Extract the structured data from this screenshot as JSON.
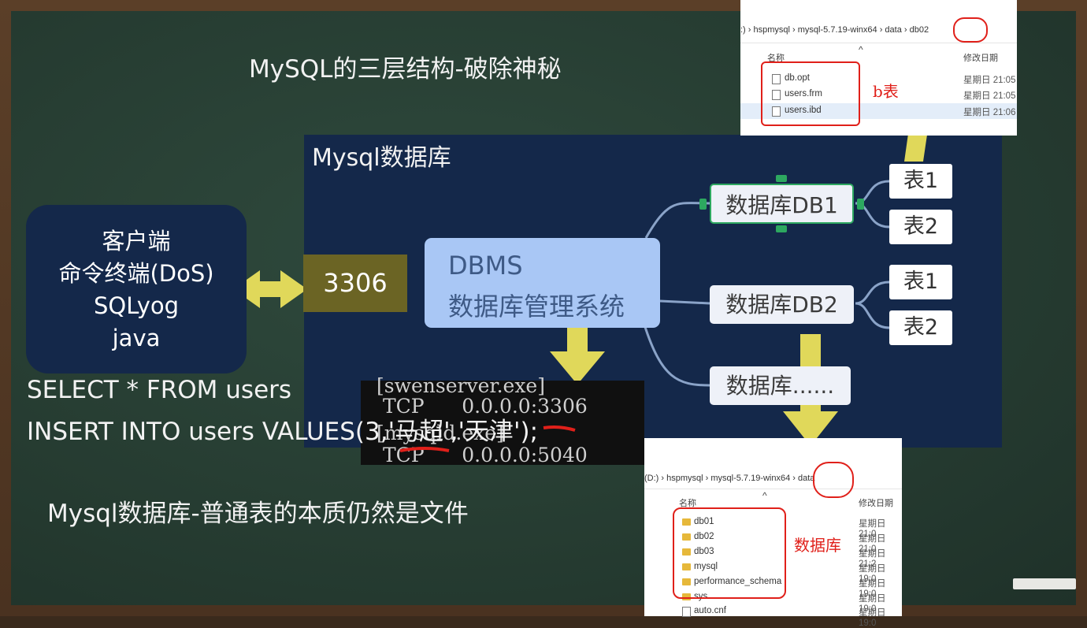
{
  "title": "MySQL的三层结构-破除神秘",
  "subtitle": "Mysql数据库-普通表的本质仍然是文件",
  "panel_title": "Mysql数据库",
  "client": {
    "lines": [
      "客户端",
      "命令终端(DoS)",
      "SQLyog",
      "java"
    ]
  },
  "port": "3306",
  "dbms": {
    "line1": "DBMS",
    "line2": "数据库管理系统"
  },
  "databases": [
    {
      "label": "数据库DB1",
      "tables": [
        "表1",
        "表2"
      ]
    },
    {
      "label": "数据库DB2",
      "tables": [
        "表1",
        "表2"
      ]
    },
    {
      "label": "数据库......"
    }
  ],
  "sql": [
    "SELECT * FROM users",
    "INSERT INTO users VALUES(3,'马超','天津');"
  ],
  "console": {
    "lines": [
      "[swenserver.exe]",
      " TCP      0.0.0.0:3306",
      "[mysqld.exe]",
      " TCP      0.0.0.0:5040"
    ]
  },
  "explorer_top": {
    "path": [
      ":)",
      "hspmysql",
      "mysql-5.7.19-winx64",
      "data",
      "db02"
    ],
    "col_name": "名称",
    "col_date": "修改日期",
    "files": [
      {
        "name": "db.opt",
        "date": "星期日 21:05"
      },
      {
        "name": "users.frm",
        "date": "星期日 21:05"
      },
      {
        "name": "users.ibd",
        "date": "星期日 21:06"
      }
    ],
    "note": "b表"
  },
  "explorer_bottom": {
    "path": [
      "(D:)",
      "hspmysql",
      "mysql-5.7.19-winx64",
      "data"
    ],
    "col_name": "名称",
    "col_date": "修改日期",
    "folders": [
      {
        "name": "db01",
        "date": "星期日 21:0"
      },
      {
        "name": "db02",
        "date": "星期日 21:0"
      },
      {
        "name": "db03",
        "date": "星期日 21:2"
      },
      {
        "name": "mysql",
        "date": "星期日 19:0"
      },
      {
        "name": "performance_schema",
        "date": "星期日 19:0"
      },
      {
        "name": "sys",
        "date": "星期日 19:0"
      },
      {
        "name": "auto.cnf",
        "date": "星期日 19:0"
      }
    ],
    "note": "数据库"
  },
  "colors": {
    "board": "#24392f",
    "panel": "#14284a",
    "arrow": "#e0d85a",
    "dbms": "#a9c7f5",
    "port": "#6b6424",
    "annotation": "#e0201a",
    "selected": "#2da860"
  }
}
